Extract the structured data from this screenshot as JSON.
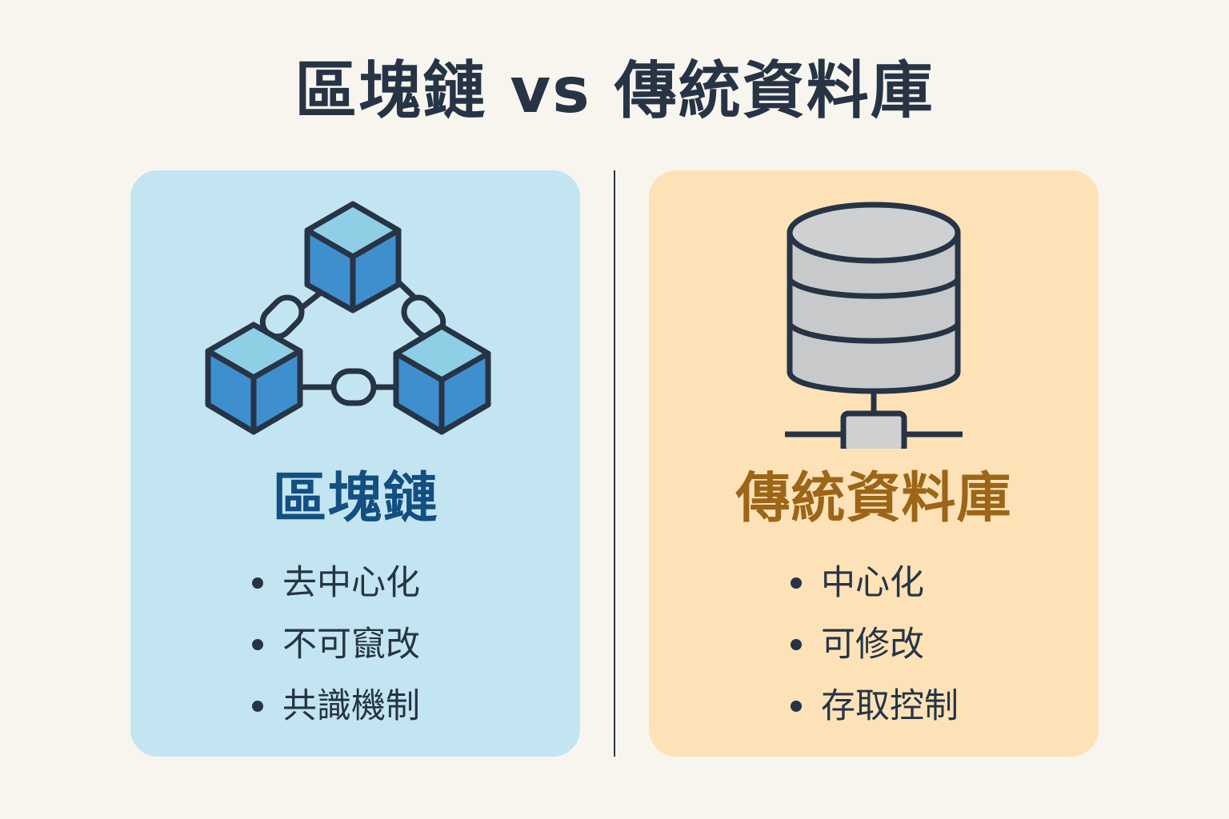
{
  "title": "區塊鏈 vs 傳統資料庫",
  "blockchain": {
    "icon": "blockchain-cubes-icon",
    "title": "區塊鏈",
    "features": [
      "去中心化",
      "不可竄改",
      "共識機制"
    ]
  },
  "database": {
    "icon": "database-server-icon",
    "title": "傳統資料庫",
    "features": [
      "中心化",
      "可修改",
      "存取控制"
    ]
  },
  "colors": {
    "background": "#f8f5ef",
    "blockchain_panel": "#c3e5f1",
    "blockchain_title": "#134f80",
    "database_panel": "#fde2b8",
    "database_title": "#9d6517",
    "text": "#263445"
  }
}
